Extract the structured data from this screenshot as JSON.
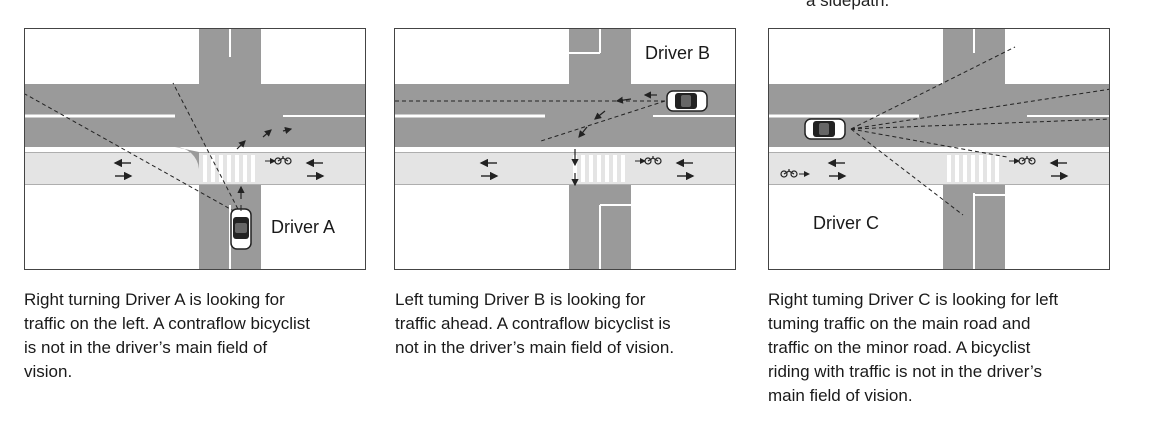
{
  "top_fragment": "a sidepath.",
  "panels": [
    {
      "label": "Driver A",
      "caption_lines": [
        "Right turning Driver A is looking for",
        "traffic on the left. A contraflow bicyclist",
        "is not in the driver’s main field of",
        "vision."
      ]
    },
    {
      "label": "Driver B",
      "caption_lines": [
        "Left tuming Driver B is looking for",
        "traffic ahead. A contraflow bicyclist is",
        "not in the driver’s main field of vision."
      ]
    },
    {
      "label": "Driver C",
      "caption_lines": [
        "Right tuming Driver C is looking for left",
        "tuming traffic on the main road and",
        "traffic on the minor road. A bicyclist",
        "riding with traffic is not in the driver’s",
        "main field of vision."
      ]
    }
  ]
}
